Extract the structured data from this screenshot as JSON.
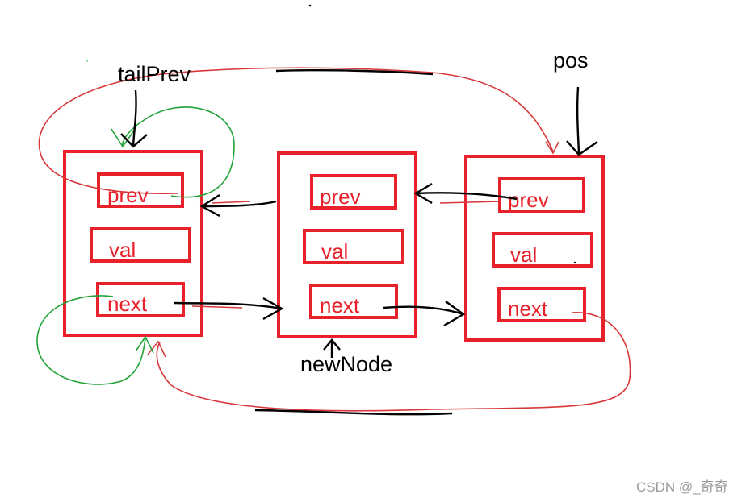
{
  "labels": {
    "tail_prev": "tailPrev",
    "pos": "pos",
    "new_node": "newNode",
    "watermark": "CSDN @_奇奇"
  },
  "nodes": [
    {
      "prev": "prev",
      "val": "val",
      "next": "next"
    },
    {
      "prev": "prev",
      "val": "val",
      "next": "next"
    },
    {
      "prev": "prev",
      "val": "val",
      "next": "next"
    }
  ],
  "colors": {
    "node": "#e8212b",
    "arrow": "#000000",
    "old_link_red": "#d8383a",
    "old_link_green": "#22a33a",
    "watermark": "#9a9a9a"
  }
}
